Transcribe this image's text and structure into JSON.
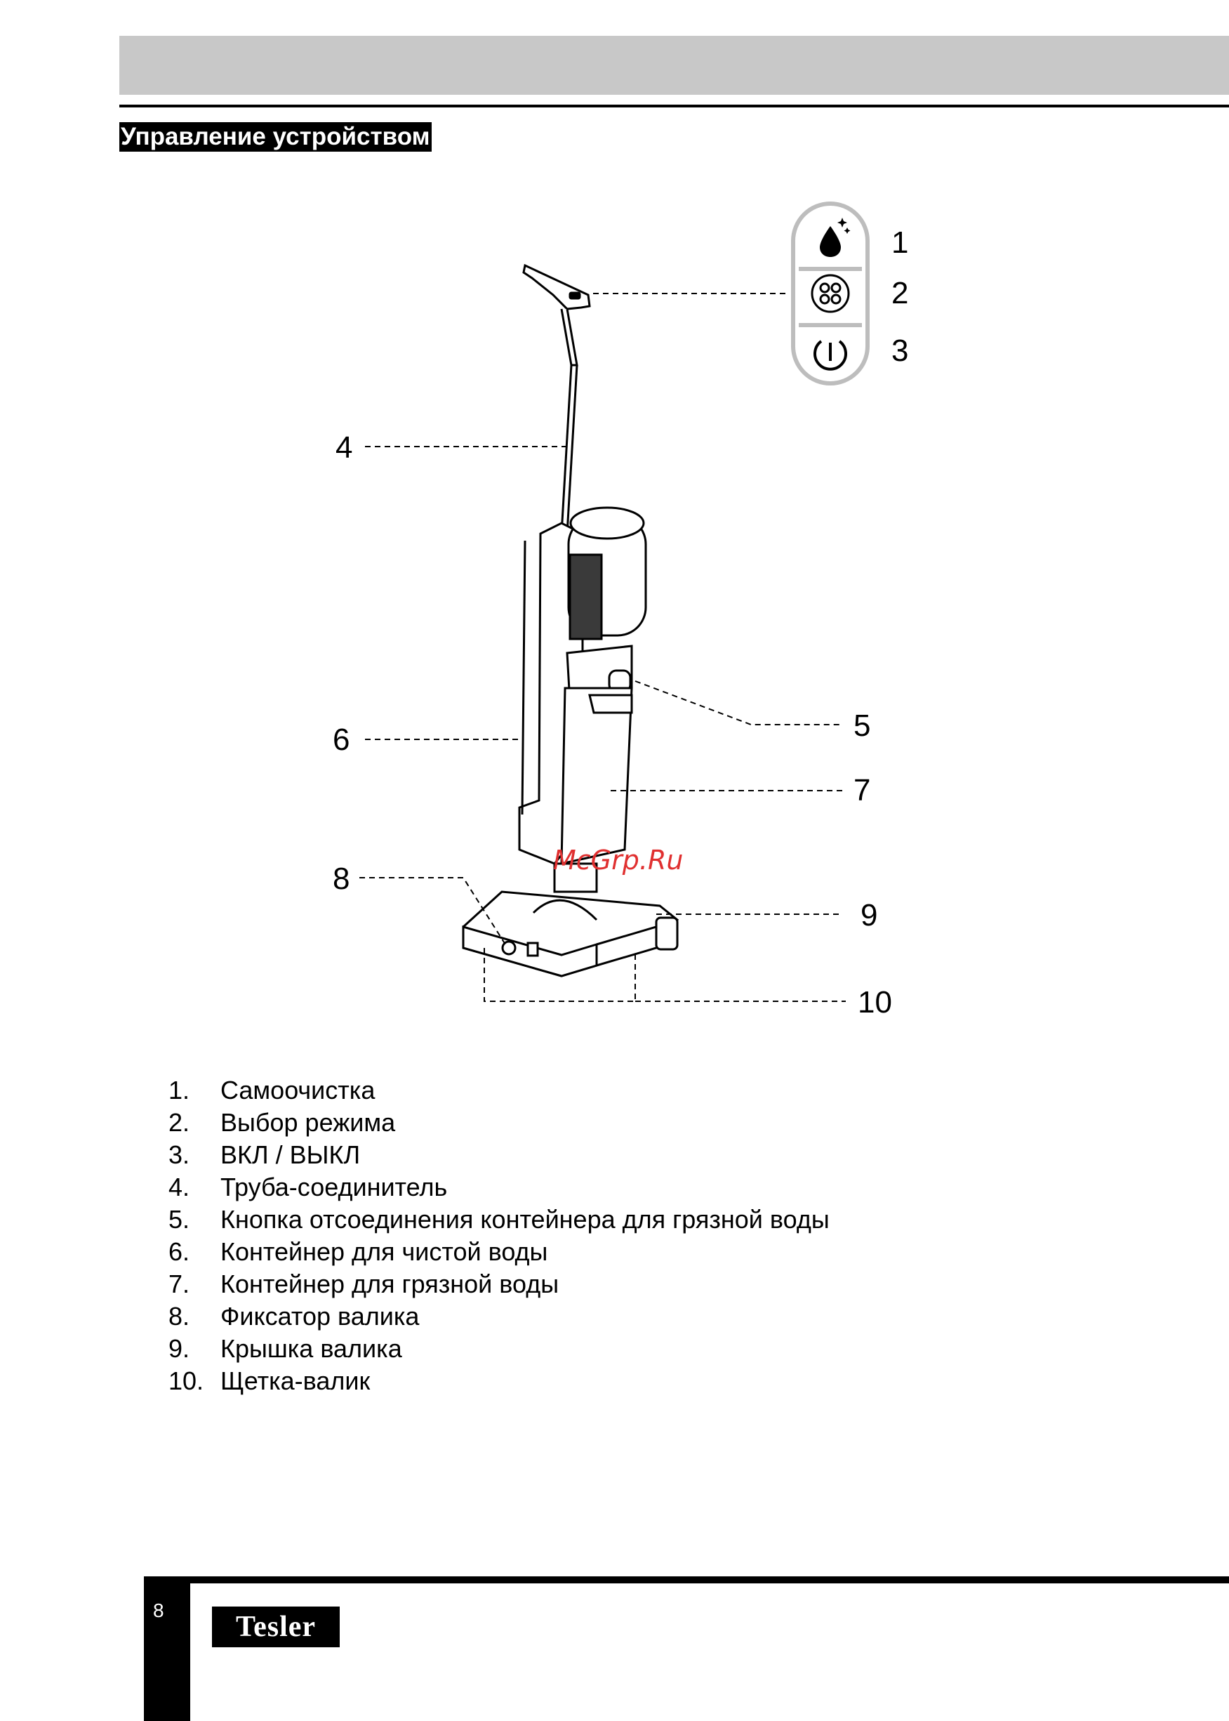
{
  "section_title": "Управление устройством",
  "callouts": [
    "1",
    "2",
    "3",
    "4",
    "5",
    "6",
    "7",
    "8",
    "9",
    "10"
  ],
  "icons": [
    "self-cleaning-drop-icon",
    "mode-select-icon",
    "power-icon"
  ],
  "watermark": "McGrp.Ru",
  "legend": [
    {
      "num": "1.",
      "text": "Самоочистка"
    },
    {
      "num": "2.",
      "text": "Выбор режима"
    },
    {
      "num": "3.",
      "text": "ВКЛ / ВЫКЛ"
    },
    {
      "num": "4.",
      "text": "Труба-соединитель"
    },
    {
      "num": "5.",
      "text": "Кнопка отсоединения контейнера для грязной воды"
    },
    {
      "num": "6.",
      "text": "Контейнер для чистой воды"
    },
    {
      "num": "7.",
      "text": "Контейнер для грязной воды"
    },
    {
      "num": "8.",
      "text": "Фиксатор валика"
    },
    {
      "num": "9.",
      "text": "Крышка валика"
    },
    {
      "num": "10.",
      "text": "Щетка-валик"
    }
  ],
  "footer": {
    "page_number": "8",
    "logo_text": "Tesler"
  }
}
